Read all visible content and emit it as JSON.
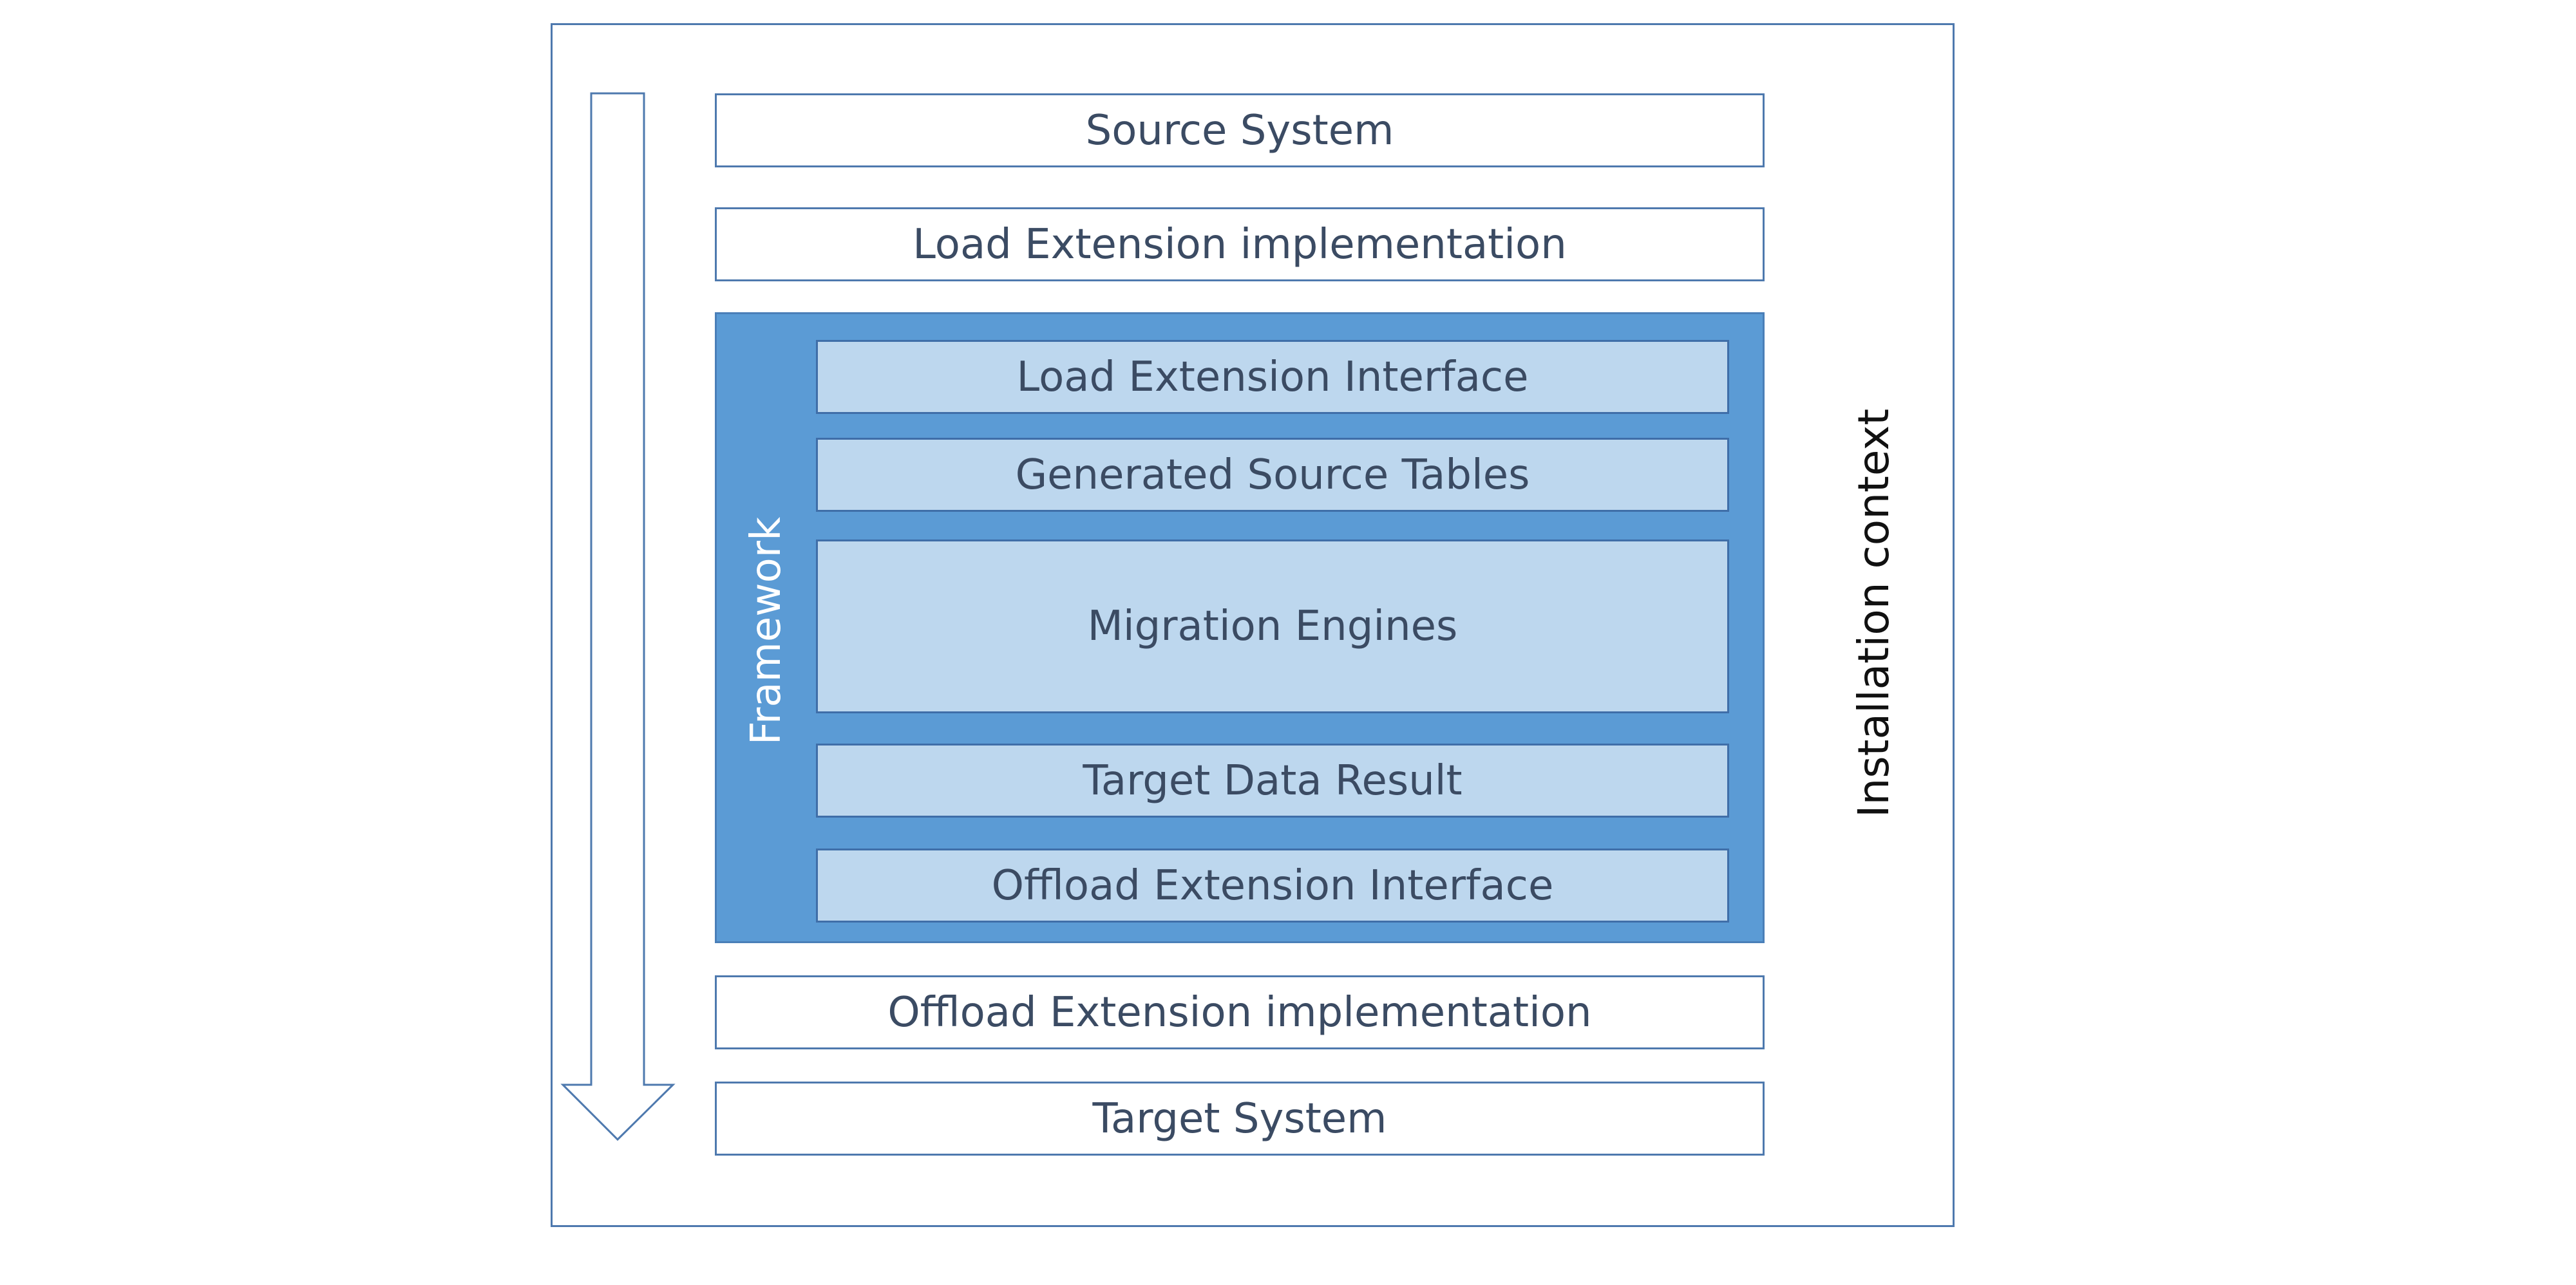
{
  "diagram": {
    "context_label": "Installation context",
    "framework_label": "Framework",
    "layers": {
      "source_system": "Source System",
      "load_extension_implementation": "Load Extension implementation",
      "offload_extension_implementation": "Offload Extension implementation",
      "target_system": "Target System"
    },
    "framework_layers": {
      "load_extension_interface": "Load Extension Interface",
      "generated_source_tables": "Generated Source Tables",
      "migration_engines": "Migration Engines",
      "target_data_result": "Target Data Result",
      "offload_extension_interface": "Offload Extension Interface"
    },
    "colors": {
      "outline": "#4e79ae",
      "framework_fill": "#5b9bd5",
      "inner_fill": "#bdd7ee",
      "text": "#3b4b63"
    }
  }
}
